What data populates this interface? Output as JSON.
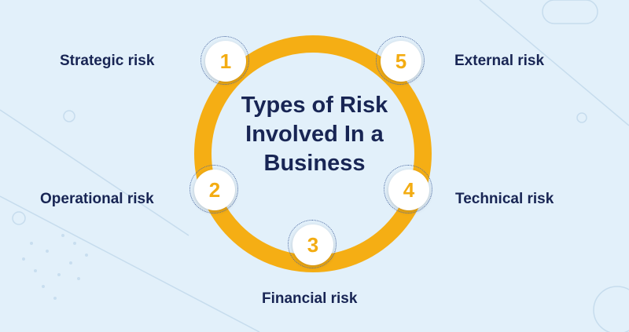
{
  "title_lines": [
    "Types of Risk",
    "Involved In a",
    "Business"
  ],
  "colors": {
    "background": "#e2f0fa",
    "ring": "#f5ae14",
    "number": "#f3ac12",
    "text": "#182554",
    "dotted_outline": "#4d6aa0"
  },
  "items": [
    {
      "number": "1",
      "label": "Strategic risk"
    },
    {
      "number": "2",
      "label": "Operational risk"
    },
    {
      "number": "3",
      "label": "Financial risk"
    },
    {
      "number": "4",
      "label": "Technical risk"
    },
    {
      "number": "5",
      "label": "External risk"
    }
  ]
}
